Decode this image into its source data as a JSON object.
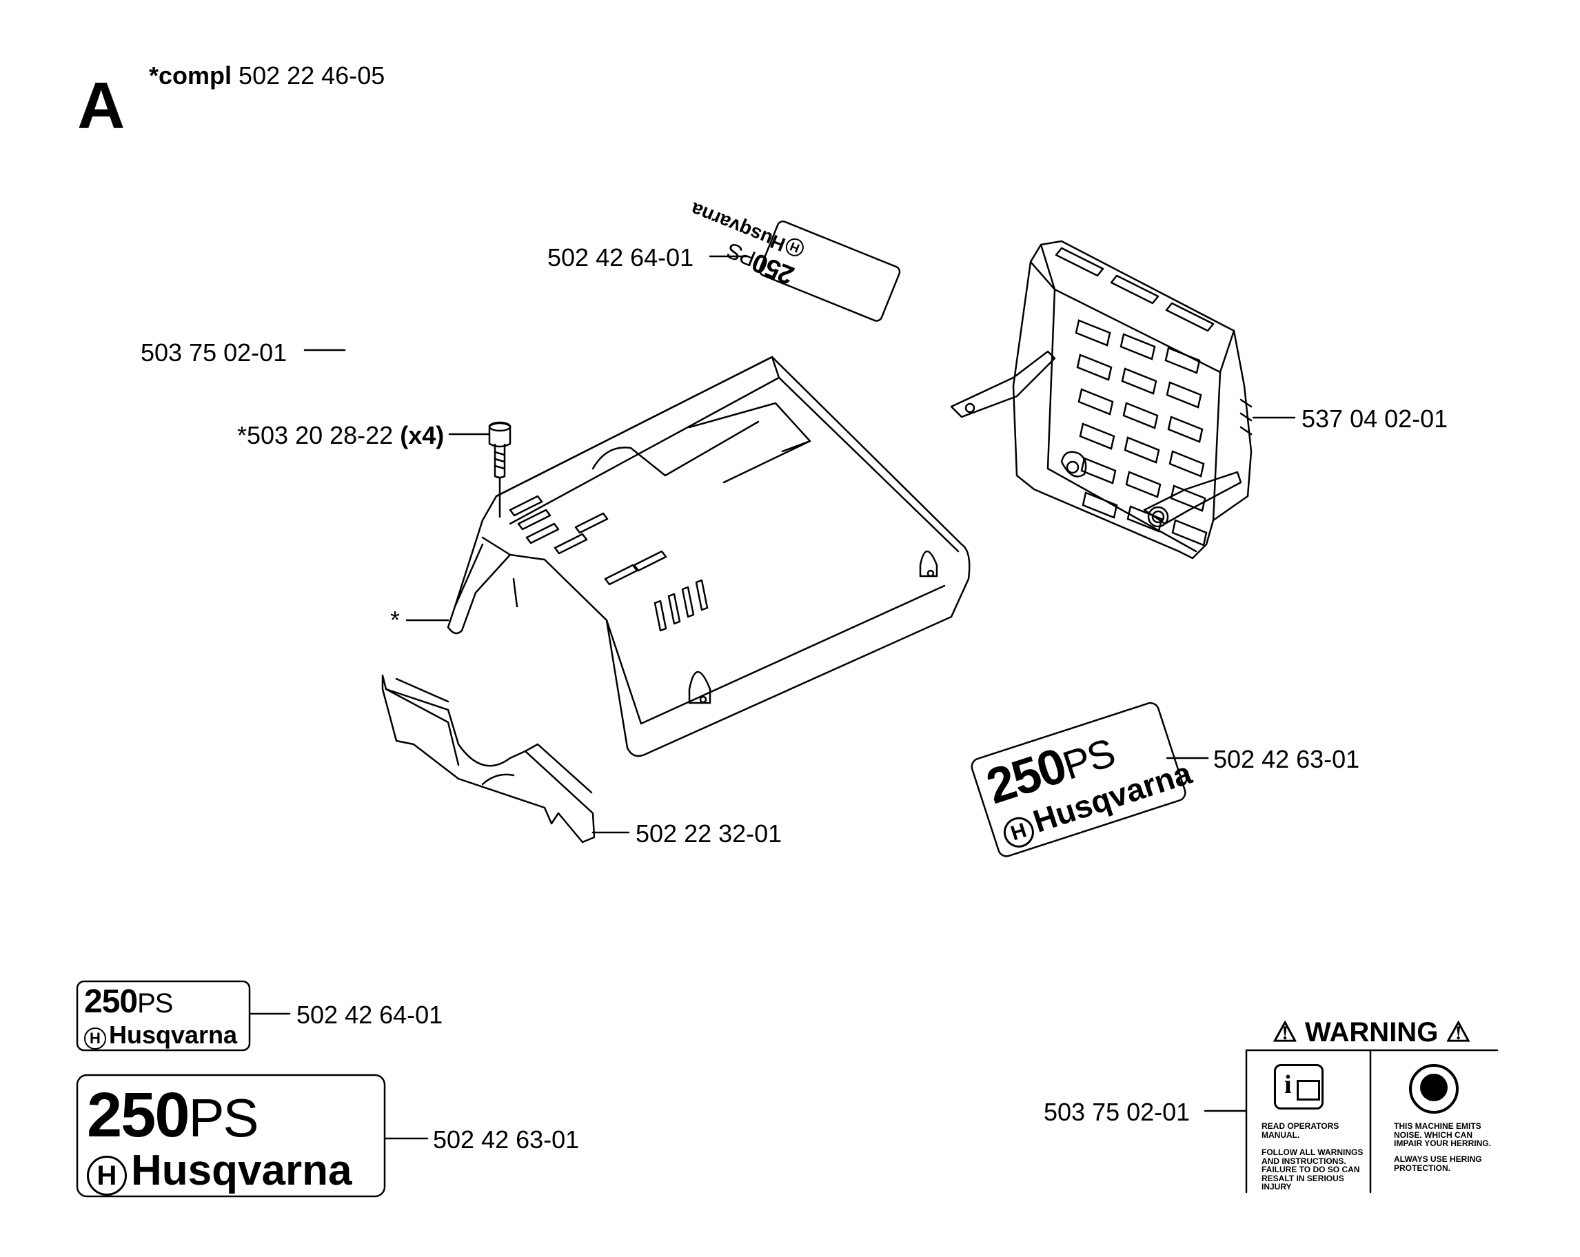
{
  "section_letter": "A",
  "kit": {
    "prefix": "*compl",
    "part_number": "502 22 46-05"
  },
  "callouts": {
    "decal_small_top": "502 42 64-01",
    "warning_decal_ref": "503 75 02-01",
    "screw": {
      "part_number": "*503 20 28-22",
      "qty": "(x4)"
    },
    "asterisk": "*",
    "air_filter_cover": "537 04 02-01",
    "decal_large_right": "502 42 63-01",
    "gasket": "502 22 32-01",
    "decal_small_bottom": "502 42 64-01",
    "decal_large_bottom": "502 42 63-01",
    "warning_decal": "503 75 02-01"
  },
  "decal": {
    "model_number": "250",
    "model_suffix": "PS",
    "brand": "Husqvarna"
  },
  "warning": {
    "title": "WARNING",
    "left_icon": "book-info-icon",
    "right_icon": "hearing-protection-icon",
    "left_text_1": "READ OPERATORS\nMANUAL.",
    "left_text_2": "FOLLOW ALL WARNINGS\nAND INSTRUCTIONS.\nFAILURE TO DO SO CAN\nRESALT IN SERIOUS\nINJURY",
    "right_text_1": "THIS MACHINE EMITS\nNOISE. WHICH CAN\nIMPAIR YOUR HERRING.",
    "right_text_2": "ALWAYS USE HERING\nPROTECTION."
  }
}
